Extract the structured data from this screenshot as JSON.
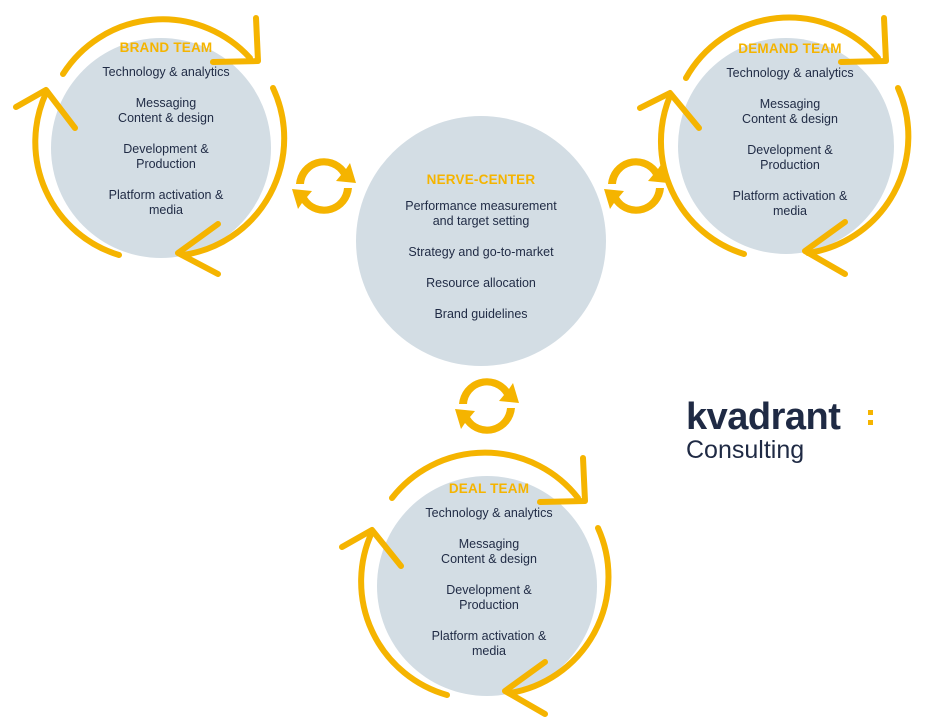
{
  "colors": {
    "accent": "#f5b400",
    "circle_fill": "#d3dde4",
    "text": "#1f2a44"
  },
  "nerve_center": {
    "title": "NERVE-CENTER",
    "items": [
      "Performance measurement\nand target setting",
      "Strategy and go-to-market",
      "Resource allocation",
      "Brand guidelines"
    ]
  },
  "brand_team": {
    "title": "BRAND TEAM",
    "items": [
      "Technology & analytics",
      "Messaging\nContent & design",
      "Development &\nProduction",
      "Platform activation &\nmedia"
    ]
  },
  "demand_team": {
    "title": "DEMAND TEAM",
    "items": [
      "Technology & analytics",
      "Messaging\nContent & design",
      "Development &\nProduction",
      "Platform activation &\nmedia"
    ]
  },
  "deal_team": {
    "title": "DEAL TEAM",
    "items": [
      "Technology & analytics",
      "Messaging\nContent & design",
      "Development &\nProduction",
      "Platform activation &\nmedia"
    ]
  },
  "logo": {
    "name": "kvadrant",
    "subtitle": "Consulting"
  },
  "icons": [
    "cycle-arrow-icon",
    "sync-icon"
  ]
}
